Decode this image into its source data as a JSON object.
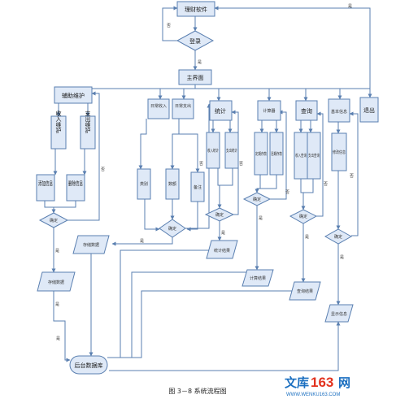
{
  "nodes": {
    "software": "理财软件",
    "login": "登录",
    "main": "主界面",
    "aux": "辅助维护",
    "income_maint": "收入维护",
    "expense_maint": "支出维护",
    "add_info": "添加信息",
    "del_info": "删除信息",
    "confirm": "确定",
    "store1": "存储数据",
    "store2": "存储数据",
    "db": "后台数据库",
    "daily_income": "日常收入",
    "daily_expense": "日常支出",
    "category": "类别",
    "amount": "数额",
    "remark": "备注",
    "stats": "统计",
    "income_stats": "收入统计",
    "expense_stats": "支出统计",
    "stats_result": "统计结果",
    "calc": "计算器",
    "fixed_deposit": "定期存款",
    "current_deposit": "活期存款",
    "calc_result": "计算结果",
    "query": "查询",
    "income_query": "收入查询",
    "expense_query": "支出查询",
    "query_result": "查询结果",
    "basic_info": "基本信息",
    "modify_info": "修改信息",
    "show_info": "显示信息",
    "exit": "退出"
  },
  "edge_labels": {
    "yes": "是",
    "no": "否"
  },
  "caption": "图 3－8 系统流程图",
  "watermark": {
    "brand": "文库",
    "num": "163",
    "net": "网",
    "url": "WWW.WENKU163.COM"
  }
}
